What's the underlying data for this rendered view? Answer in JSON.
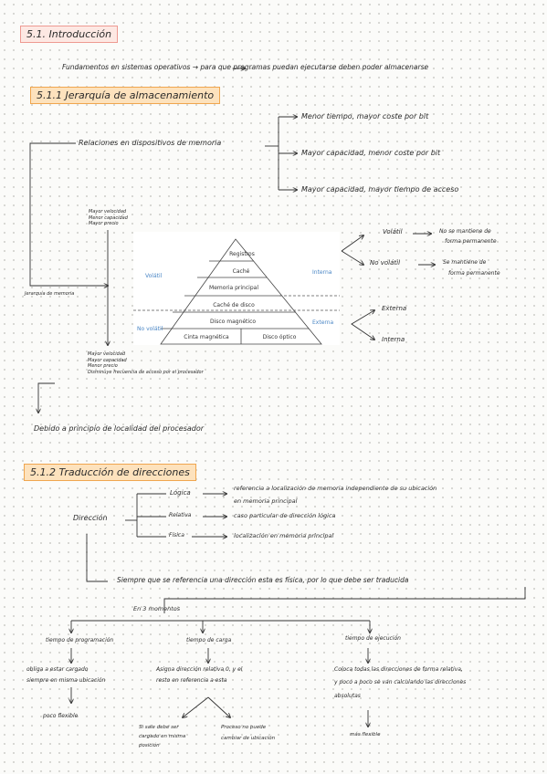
{
  "headings": {
    "h1": "5.1. Introducción",
    "h2": "5.1.1 Jerarquía de almacenamiento",
    "h3": "5.1.2 Traducción de direcciones"
  },
  "intro": "Fundamentos en sistemas operativos → para que programas puedan ejecutarse deben poder almacenarse",
  "relaciones": "Relaciones en dispositivos de memoria",
  "branches": [
    "Menor tiempo, mayor coste por bit",
    "Mayor capacidad, menor coste por bit",
    "Mayor capacidad, mayor tiempo de acceso"
  ],
  "jerarquia_label": "Jerarquía de memoria",
  "top_list": [
    "Mayor velocidad",
    "Menor capacidad",
    "Mayor precio"
  ],
  "bottom_list": [
    "Mayor velocidad",
    "Mayor capacidad",
    "Menor precio",
    "Disminuye frecuencia de acceso por el procesador"
  ],
  "pyramid": {
    "levels": [
      "Registros",
      "Caché",
      "Memoria principal",
      "Caché de disco",
      "Disco magnético"
    ],
    "bottom": [
      "Cinta magnética",
      "Disco óptico"
    ],
    "left_top": "Volátil",
    "left_bottom": "No volátil",
    "right_top": "Interna",
    "right_bottom": "Externa"
  },
  "volatil": {
    "v": "Volátil",
    "v_desc_1": "No se mantiene de",
    "v_desc_2": "forma permanente",
    "nv": "No volátil",
    "nv_desc_1": "Se mantiene de",
    "nv_desc_2": "forma permanente"
  },
  "externa": "Externa",
  "interna": "Interna",
  "localidad": "Debido a principio de localidad del procesador",
  "direccion": {
    "label": "Dirección",
    "logica": "Lógica",
    "logica_desc_1": "referencia a localización de memoria independiente de su ubicación",
    "logica_desc_2": "en memoria principal",
    "relativa": "Relativa",
    "relativa_desc": "caso particular de dirección lógica",
    "fisica": "Física",
    "fisica_desc": "localización en memoria principal"
  },
  "siempre": "Siempre que se referencia una dirección esta es física, por lo que debe ser traducida",
  "momentos": "En 3 momentos",
  "cols": {
    "c1_title": "tiempo de programación",
    "c1_desc_1": "obliga a estar cargado",
    "c1_desc_2": "siempre en misma ubicación",
    "c1_result": "poco flexible",
    "c2_title": "tiempo de carga",
    "c2_desc_1": "Asigna dirección relativa 0, y el",
    "c2_desc_2": "resto en referencia a esta",
    "c2_left_1": "Si sale debe ser",
    "c2_left_2": "cargado en misma",
    "c2_left_3": "posición",
    "c2_right_1": "Proceso no puede",
    "c2_right_2": "cambiar de ubicación",
    "c3_title": "tiempo de ejecución",
    "c3_desc_1": "Coloca todas las direcciones de forma relativa,",
    "c3_desc_2": "y poco a poco se van calculando las direcciones",
    "c3_desc_3": "absolutas",
    "c3_result": "más flexible"
  }
}
